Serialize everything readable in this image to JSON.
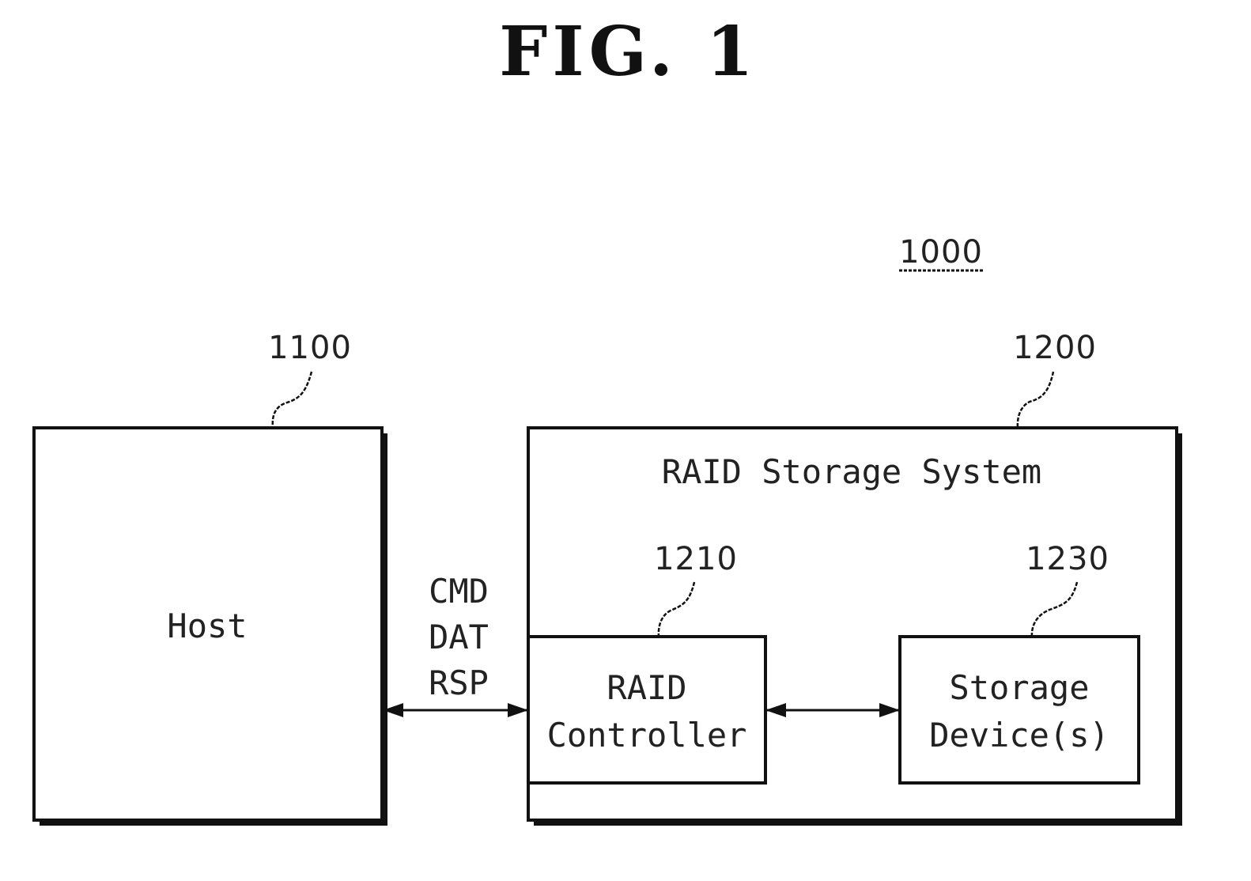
{
  "figure": {
    "title": "FIG.  1"
  },
  "system": {
    "ref": "1000"
  },
  "host": {
    "ref": "1100",
    "label": "Host"
  },
  "storage_system": {
    "ref": "1200",
    "label": "RAID Storage System",
    "controller": {
      "ref": "1210",
      "label_lines": [
        "RAID",
        "Controller"
      ]
    },
    "devices": {
      "ref": "1230",
      "label_lines": [
        "Storage",
        "Device(s)"
      ]
    }
  },
  "host_link": {
    "signals": [
      "CMD",
      "DAT",
      "RSP"
    ],
    "direction": "bidirectional"
  },
  "internal_link": {
    "direction": "bidirectional"
  },
  "colors": {
    "ink": "#111111",
    "background": "#ffffff"
  }
}
